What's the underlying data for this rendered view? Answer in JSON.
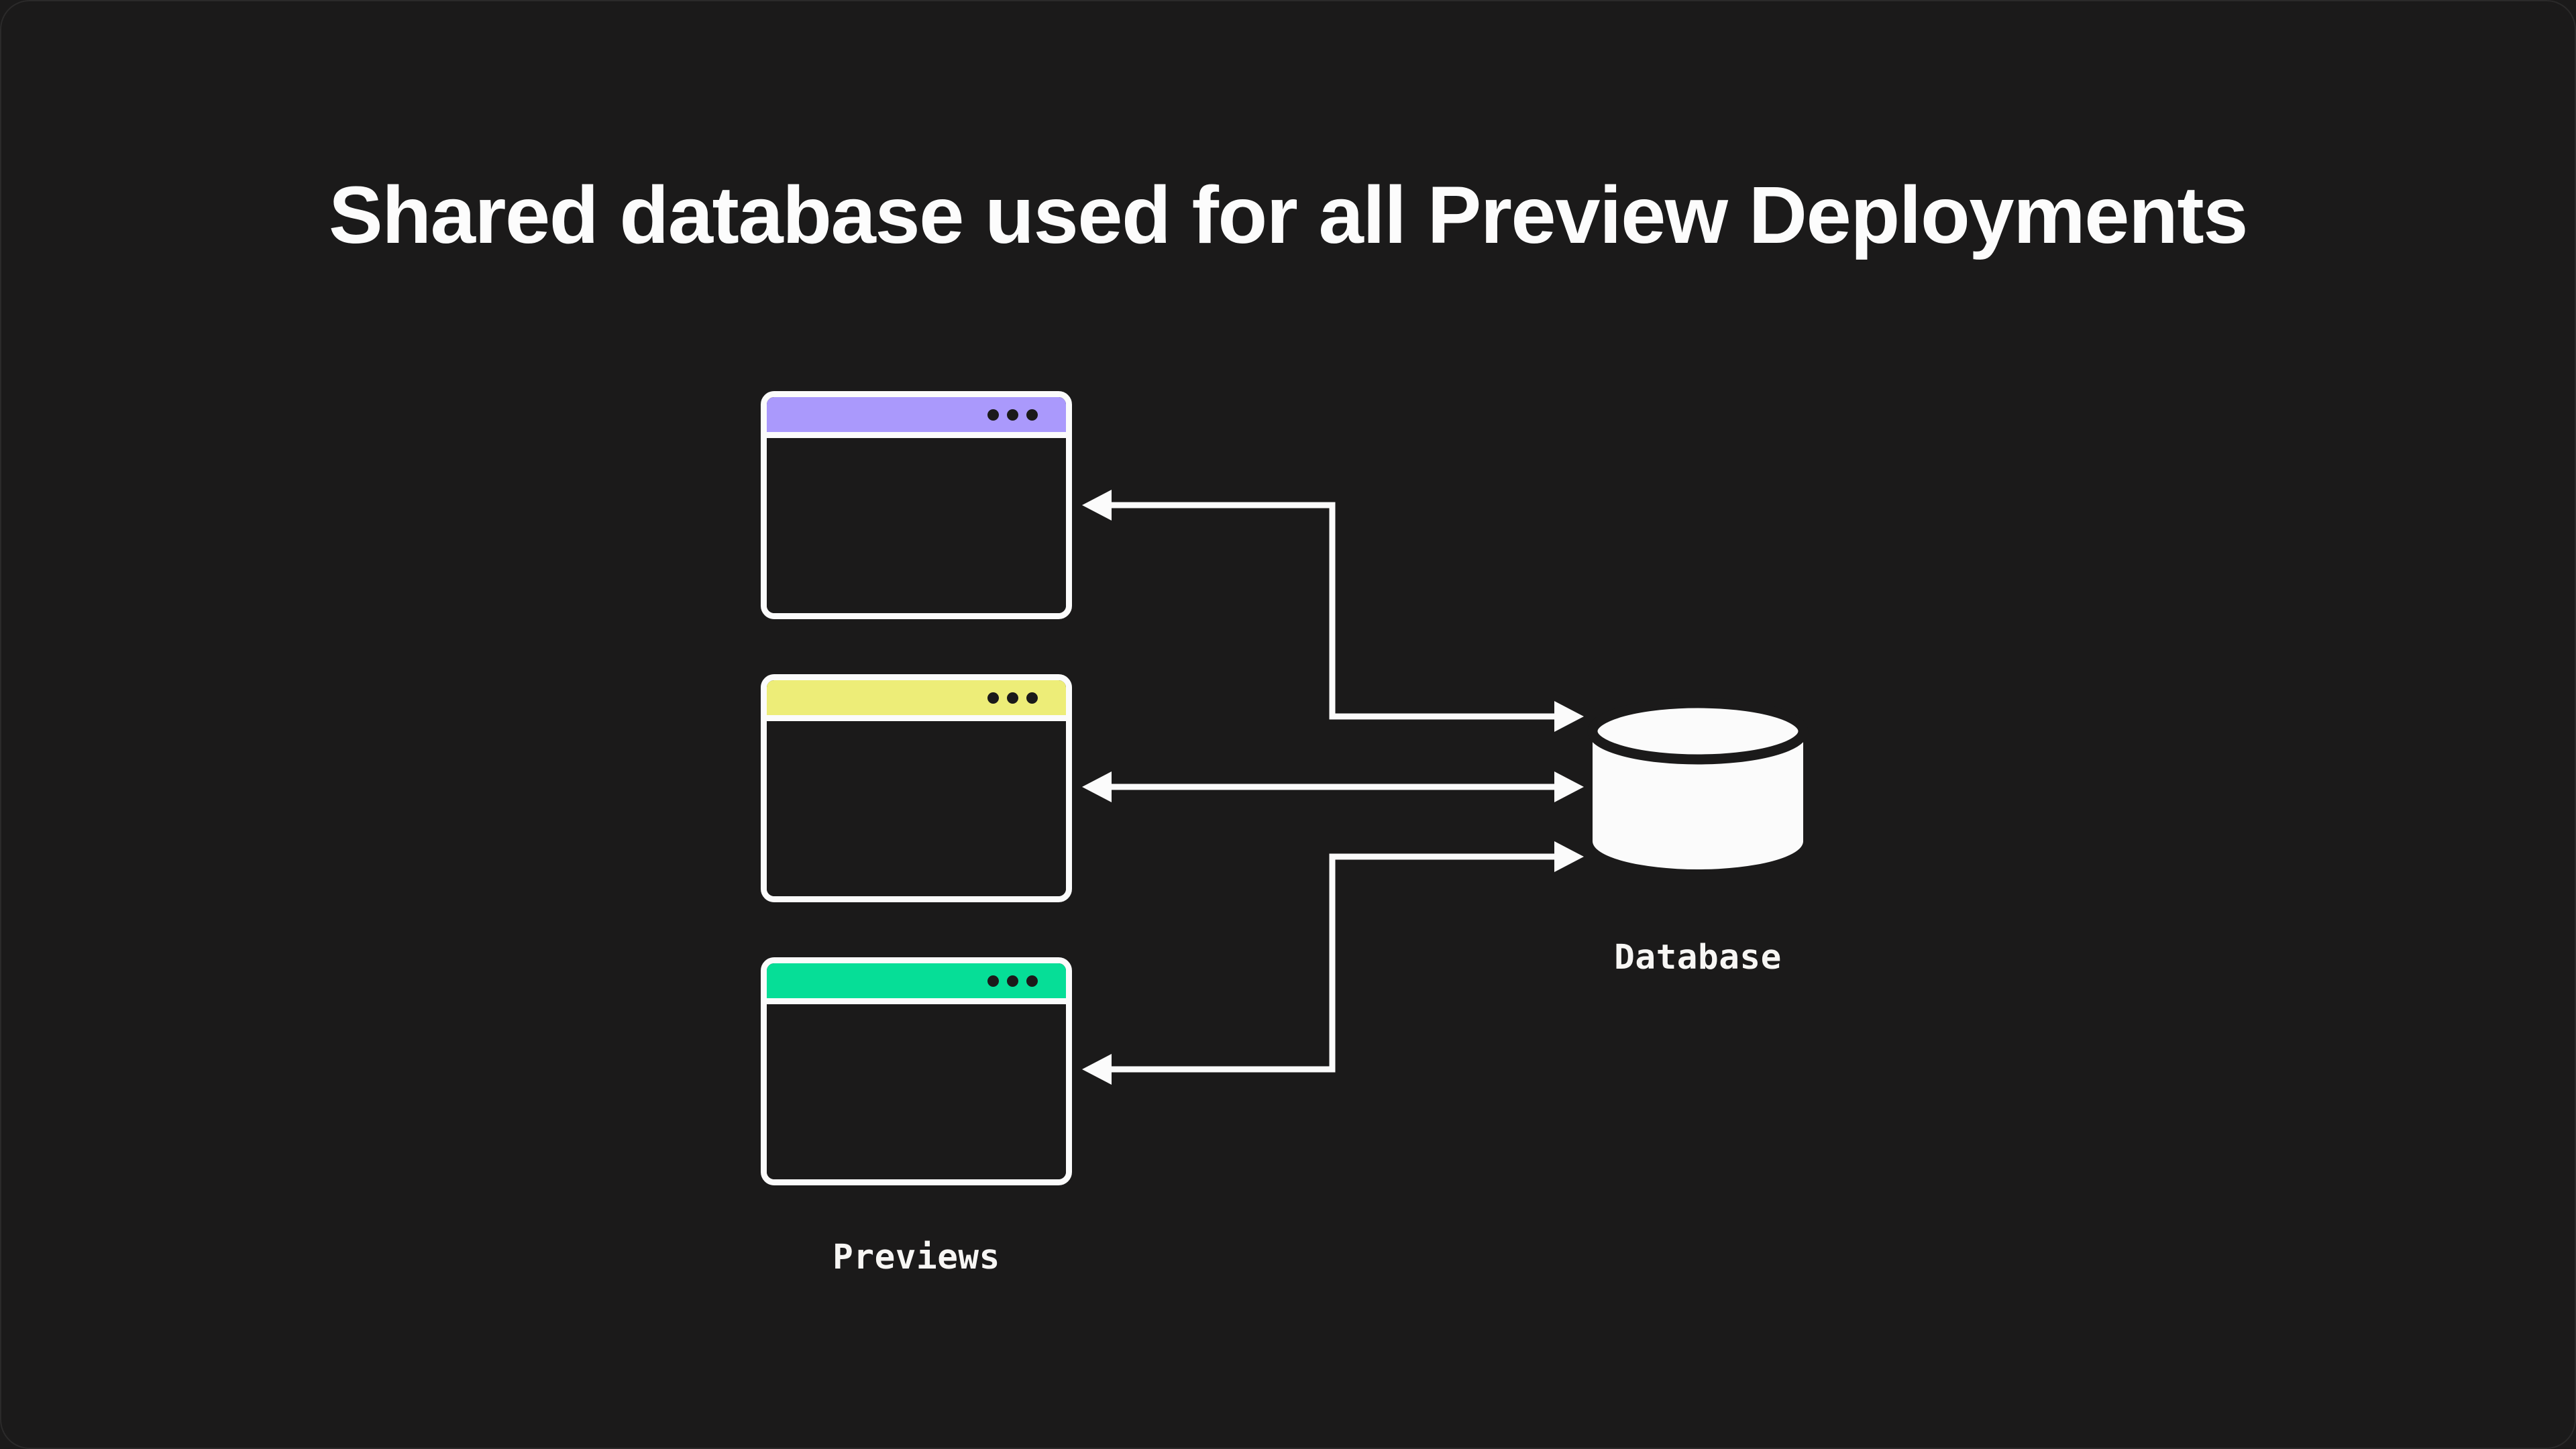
{
  "title": "Shared database used for all Preview Deployments",
  "previews": {
    "label": "Previews",
    "windows": [
      {
        "name": "preview-window-1",
        "titlebar_color": "#AA99FC"
      },
      {
        "name": "preview-window-2",
        "titlebar_color": "#EDED78"
      },
      {
        "name": "preview-window-3",
        "titlebar_color": "#06DE97"
      }
    ]
  },
  "database": {
    "label": "Database",
    "icon": "database-cylinder-icon",
    "color": "#FBFBFB"
  },
  "connections": [
    {
      "from": "preview-window-1",
      "to": "database",
      "shape": "elbow",
      "arrows": "both"
    },
    {
      "from": "preview-window-2",
      "to": "database",
      "shape": "straight",
      "arrows": "both"
    },
    {
      "from": "preview-window-3",
      "to": "database",
      "shape": "elbow",
      "arrows": "both"
    }
  ],
  "colors": {
    "background": "#1B1A1A",
    "line": "#FBFBFB",
    "text": "#FCFCFC"
  }
}
